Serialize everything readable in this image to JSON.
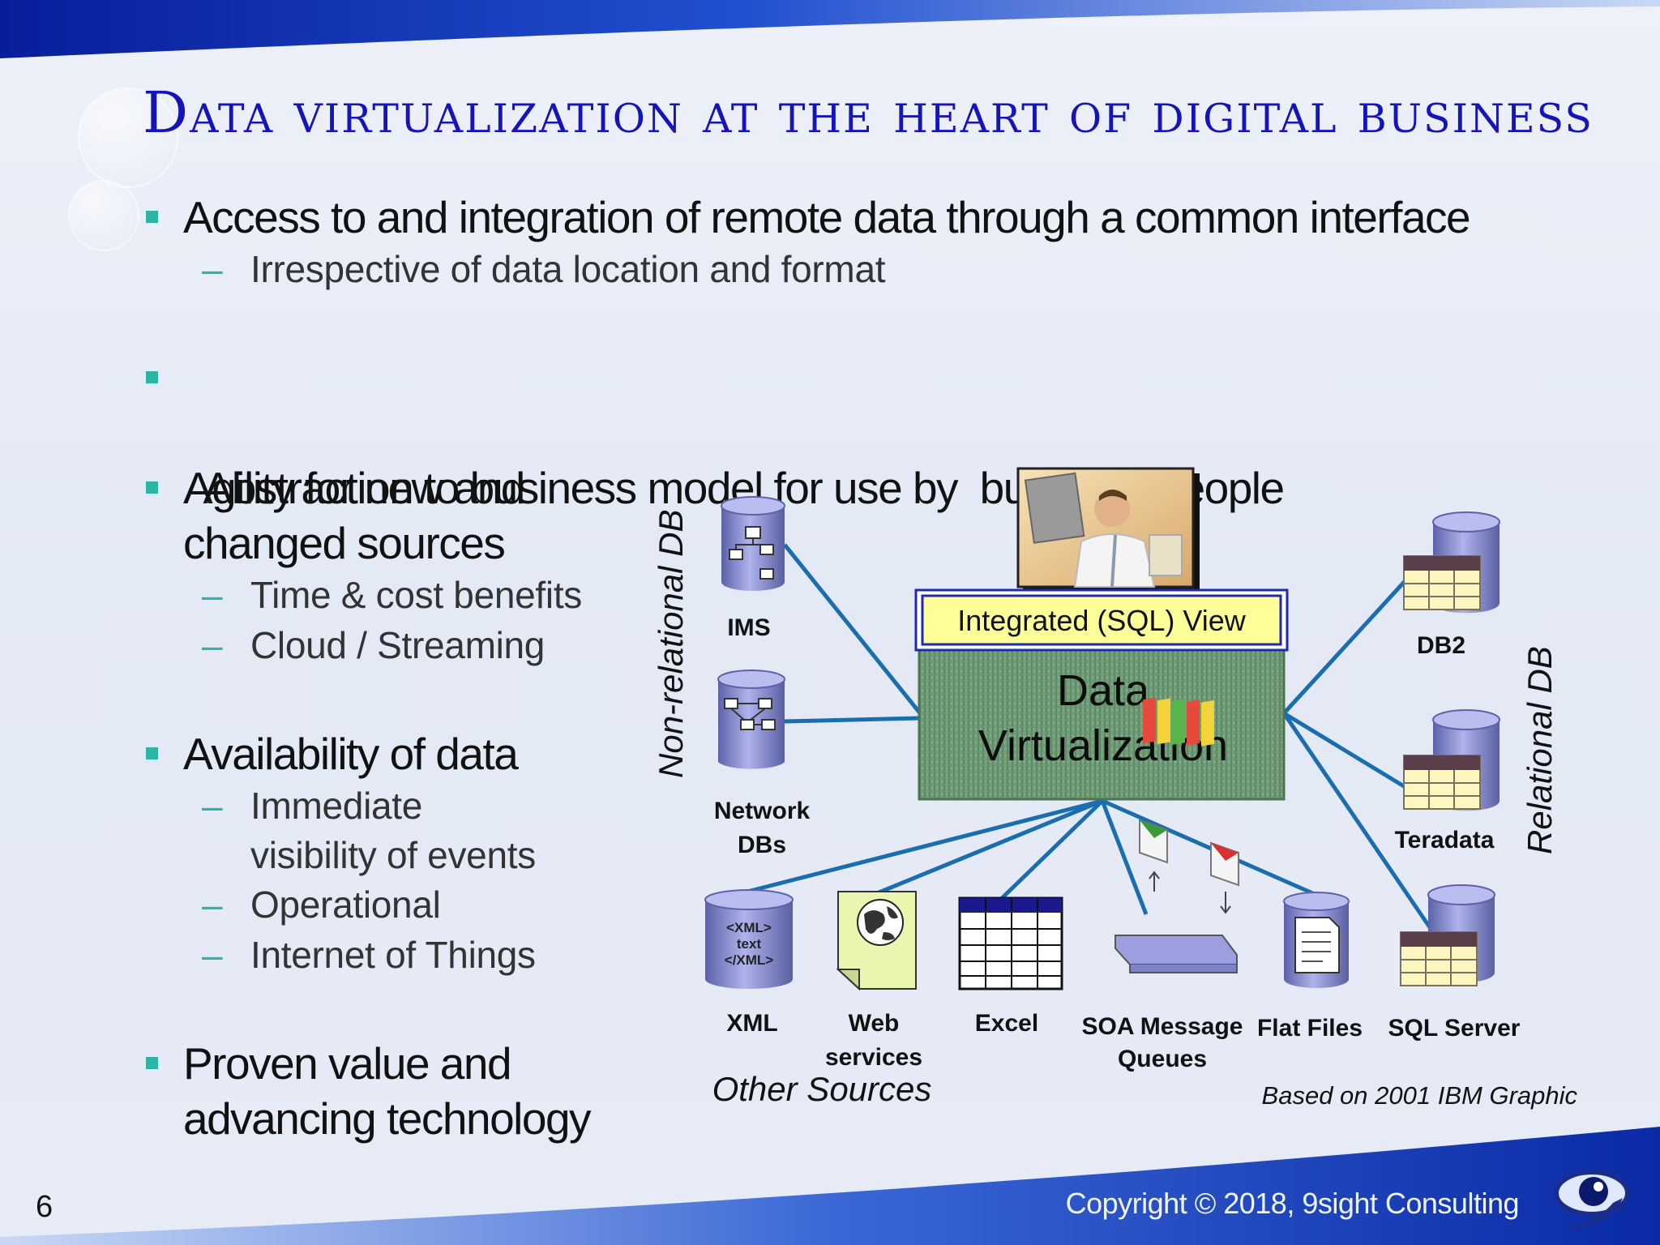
{
  "slide": {
    "title": "Data virtualization at the heart of digital business",
    "page_number": "6",
    "copyright": "Copyright © 2018, 9sight Consulting"
  },
  "bullets": {
    "b1": "Access to and integration of remote data through a common interface",
    "b1_sub1": "Irrespective of data location and format",
    "b2": "Abstraction to business model for use by  business people",
    "b3_line1": "Agility for new and",
    "b3_line2": "changed sources",
    "b3_sub1": "Time & cost benefits",
    "b3_sub2": "Cloud / Streaming",
    "b4": "Availability of data",
    "b4_sub1_line1": "Immediate",
    "b4_sub1_line2": "visibility of events",
    "b4_sub2": "Operational",
    "b4_sub3": "Internet of Things",
    "b5_line1": "Proven value and",
    "b5_line2": "advancing technology",
    "dash": "–"
  },
  "diagram": {
    "integrated_view": "Integrated (SQL) View",
    "dv_line1": "Data",
    "dv_line2": "Virtualization",
    "non_relational": "Non-relational DB",
    "relational": "Relational DB",
    "other_sources": "Other Sources",
    "based_on": "Based on 2001 IBM Graphic",
    "sources": {
      "ims": "IMS",
      "network_line1": "Network",
      "network_line2": "DBs",
      "db2": "DB2",
      "teradata": "Teradata",
      "sqlserver": "SQL Server",
      "xml": "XML",
      "web_line1": "Web",
      "web_line2": "services",
      "excel": "Excel",
      "soa_line1": "SOA Message",
      "soa_line2": "Queues",
      "flat": "Flat Files"
    },
    "icon_text": {
      "xml_line1": "<XML>",
      "xml_line2": "text",
      "xml_line3": "</XML>"
    }
  },
  "colors": {
    "title": "#1414b8",
    "bullet_marker": "#2cb5a6",
    "connector": "#1a6eb0",
    "dv_box": "#6f9a76",
    "view_box": "#ffff99",
    "cylinder": "#8a8fd0",
    "band": "#1f3fb6"
  },
  "icons": [
    "ims-hierarchy-icon",
    "network-db-icon",
    "relational-table-icon",
    "xml-document-icon",
    "globe-document-icon",
    "spreadsheet-icon",
    "message-queue-icon",
    "flat-file-icon",
    "presenter-photo",
    "9sight-eye-logo"
  ]
}
